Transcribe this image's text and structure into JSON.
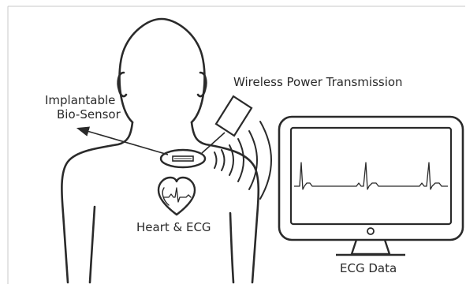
{
  "labels": {
    "wireless_power": "Wireless Power Transmission",
    "sensor_line1": "Implantable",
    "sensor_line2": "Bio-Sensor",
    "heart": "Heart & ECG",
    "ecg_data": "ECG Data"
  },
  "colors": {
    "stroke": "#2a2a2a",
    "background": "#ffffff",
    "frame": "#c8c8c8"
  }
}
